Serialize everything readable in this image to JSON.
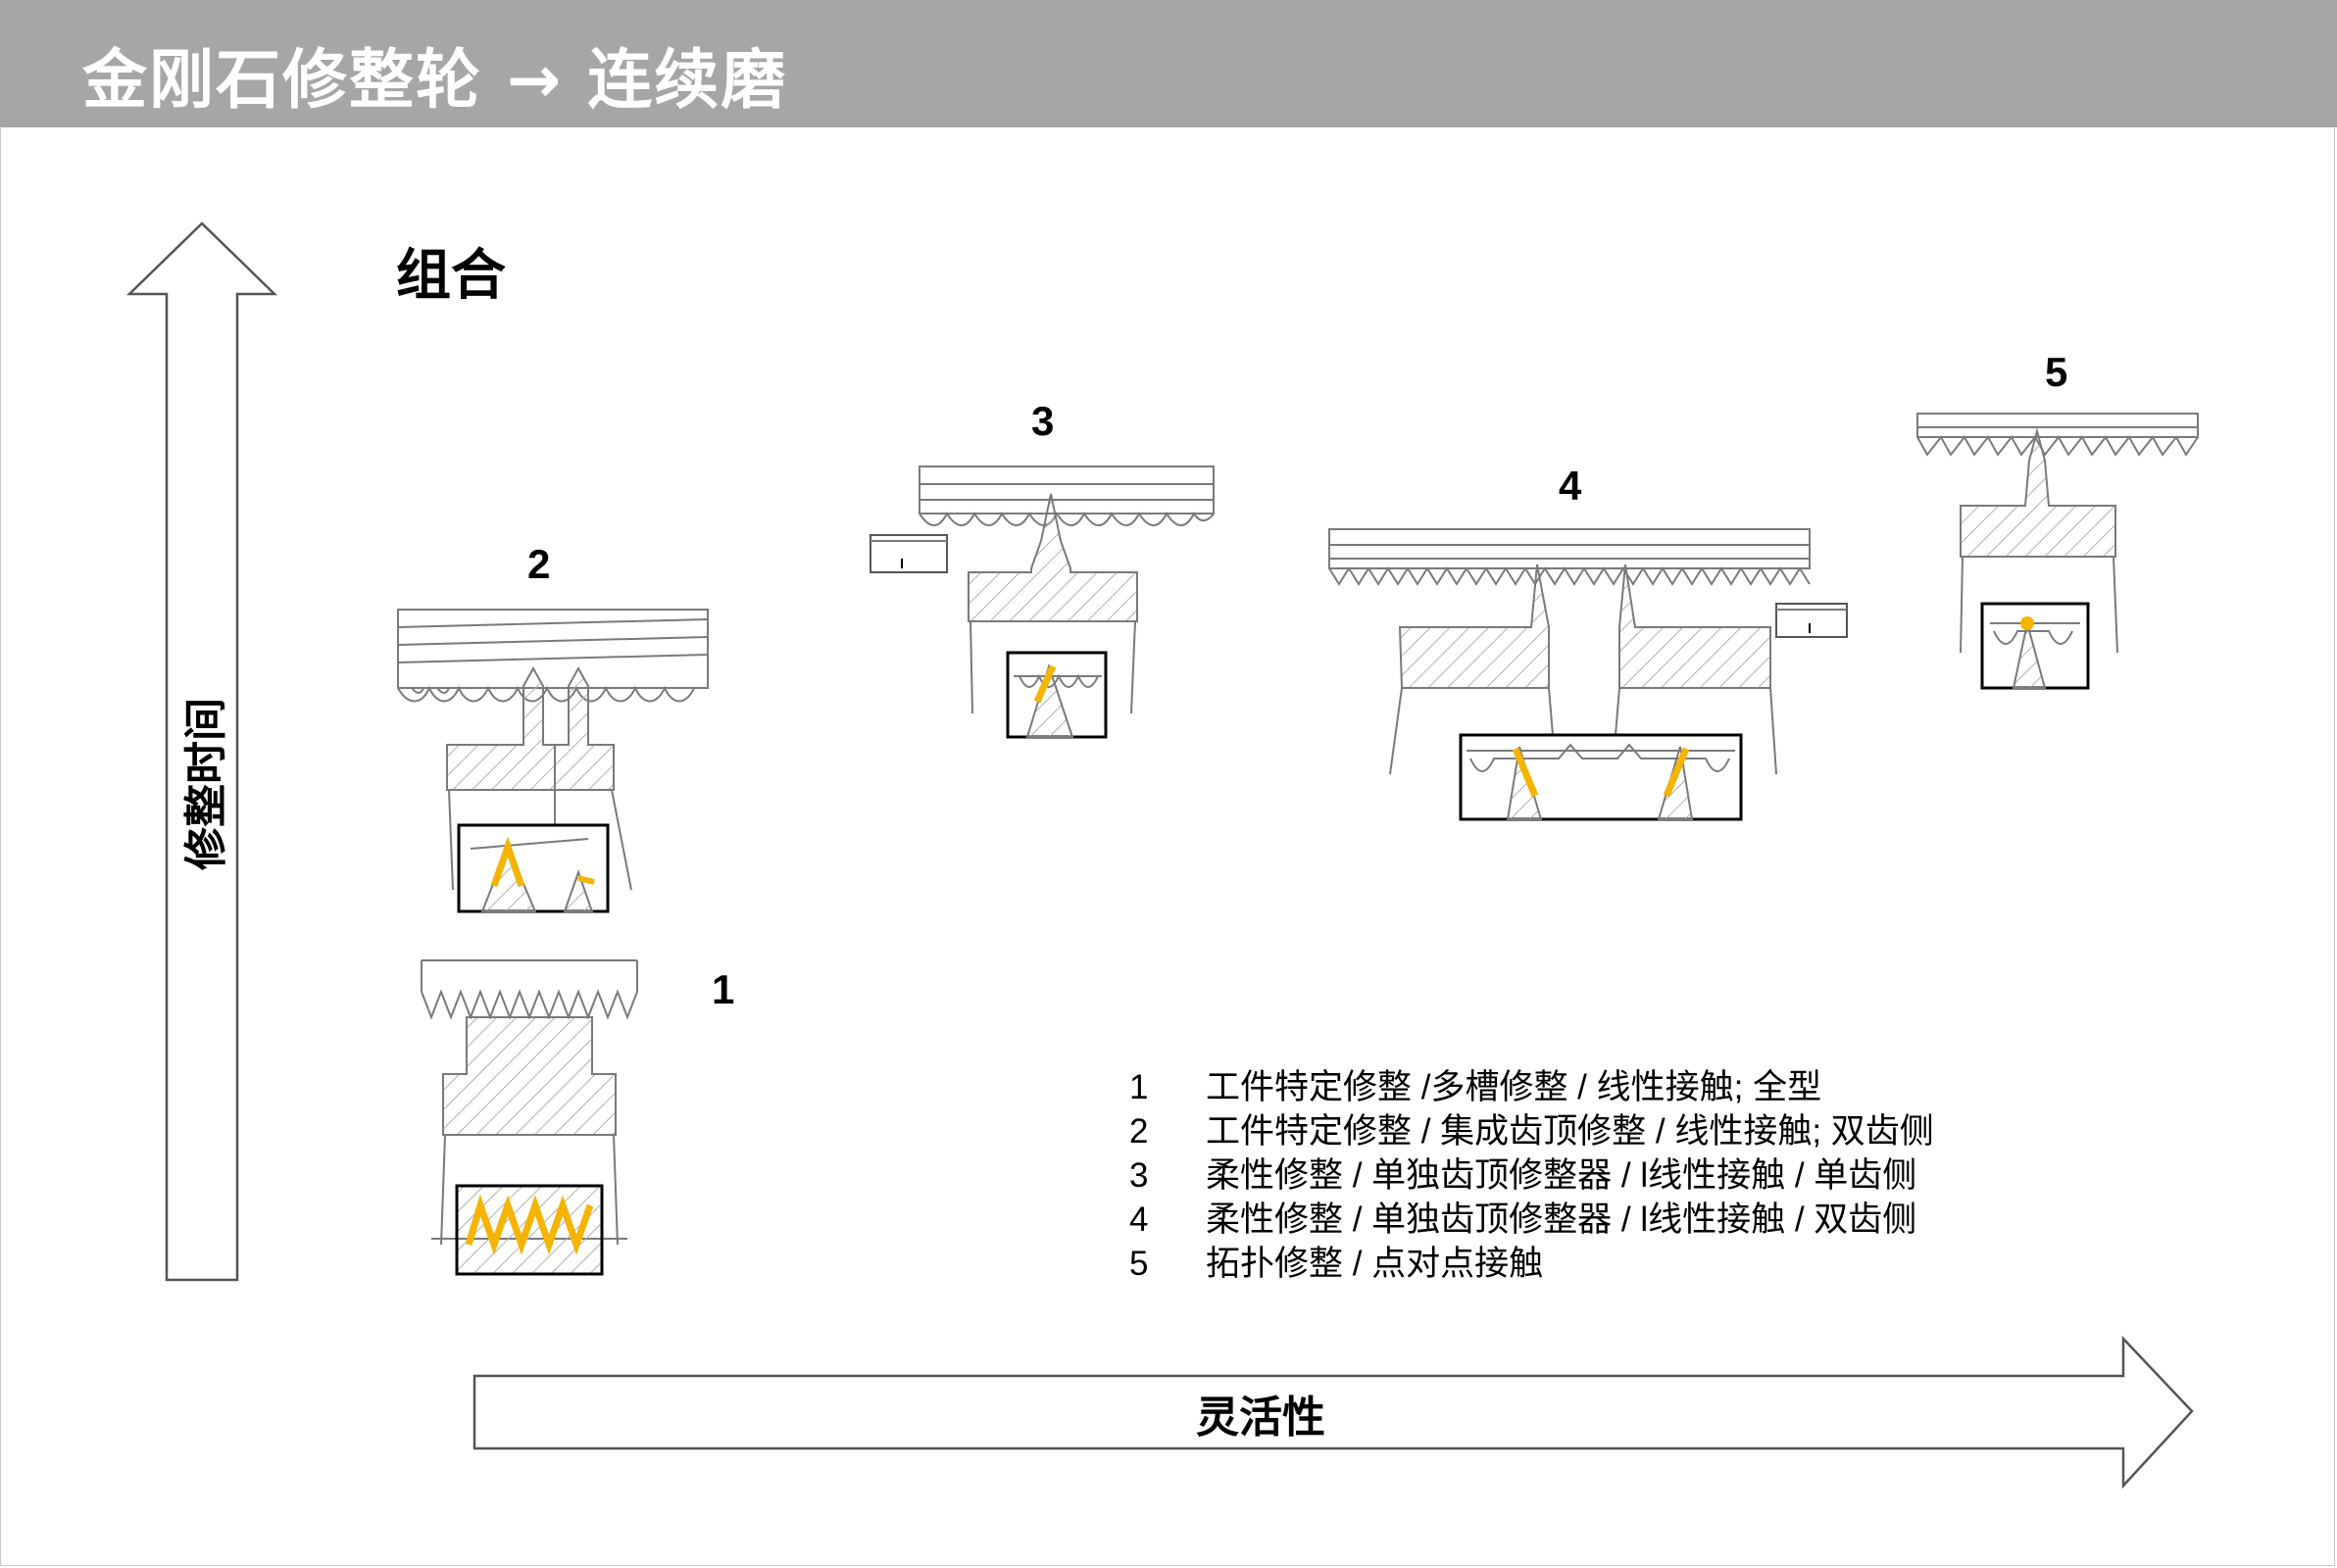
{
  "header": {
    "title": "金刚石修整轮 → 连续磨"
  },
  "section": {
    "title": "组合"
  },
  "axes": {
    "vertical_label": "修整时间",
    "horizontal_label": "灵活性"
  },
  "variants": [
    {
      "id": "1"
    },
    {
      "id": "2"
    },
    {
      "id": "3"
    },
    {
      "id": "4"
    },
    {
      "id": "5"
    }
  ],
  "legend": [
    {
      "num": "1",
      "text": "工件特定修整 /多槽修整 / 线性接触; 全型"
    },
    {
      "num": "2",
      "text": "工件特定修整 / 集成齿顶修整 / 线性接触; 双齿侧"
    },
    {
      "num": "3",
      "text": "柔性修整 / 单独齿顶修整器 / l线性接触 / 单齿侧"
    },
    {
      "num": "4",
      "text": "柔性修整 / 单独齿顶修整器 / l线性接触 / 双齿侧"
    },
    {
      "num": "5",
      "text": "拓扑修整 / 点对点接触"
    }
  ],
  "colors": {
    "header_bg": "#a6a6a6",
    "highlight": "#f5b400",
    "line": "#7a7a7a"
  }
}
